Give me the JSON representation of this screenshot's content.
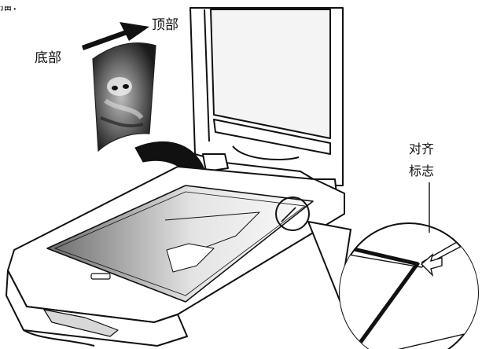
{
  "labels": {
    "cutoff": "描：",
    "top": "顶部",
    "bottom": "底部",
    "alignment_mark_line1": "对齐",
    "alignment_mark_line2": "标志"
  },
  "colors": {
    "line": "#111111",
    "scanner_shell": "#ffffff",
    "glass_dark": "#6b6b6b",
    "glass_light": "#f4f4f4"
  }
}
